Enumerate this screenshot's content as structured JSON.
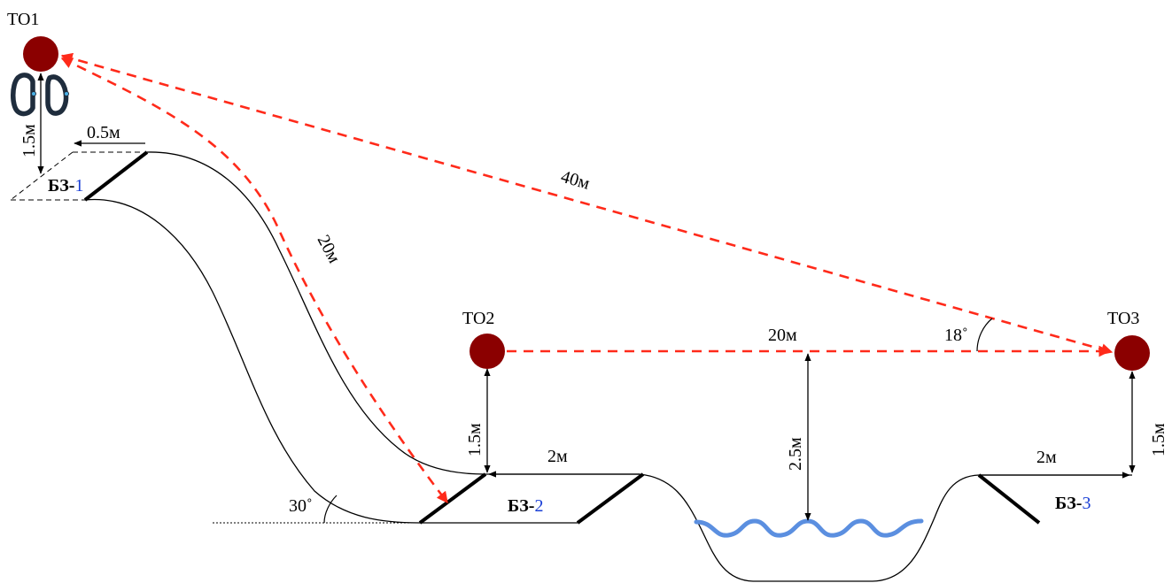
{
  "nodes": {
    "to1": "ТО1",
    "to2": "ТО2",
    "to3": "ТО3"
  },
  "zones": {
    "bz1": {
      "prefix": "БЗ-",
      "num": "1"
    },
    "bz2": {
      "prefix": "БЗ-",
      "num": "2"
    },
    "bz3": {
      "prefix": "БЗ-",
      "num": "3"
    }
  },
  "distances": {
    "to1_to2": "20м",
    "to1_to3": "40м",
    "to2_to3": "20м"
  },
  "dimensions": {
    "to1_height": "1.5м",
    "bz1_width": "0.5м",
    "to2_height": "1.5м",
    "bz2_width": "2м",
    "water_height": "2.5м",
    "bz3_width": "2м",
    "to3_height": "1.5м"
  },
  "angles": {
    "slope": "30˚",
    "top": "18˚"
  },
  "colors": {
    "node_fill": "#8b0000",
    "route": "#ff2a1a",
    "water": "#5b8fe0",
    "zone_number": "#1a3fd6",
    "carabiner": "#1f2d3d"
  }
}
